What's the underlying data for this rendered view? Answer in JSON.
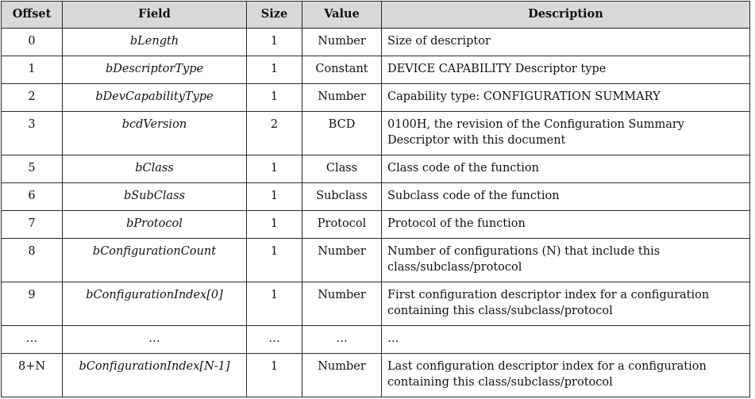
{
  "table": {
    "headers": {
      "offset": "Offset",
      "field": "Field",
      "size": "Size",
      "value": "Value",
      "description": "Description"
    },
    "rows": [
      {
        "offset": "0",
        "field": "bLength",
        "size": "1",
        "value": "Number",
        "description": "Size of descriptor"
      },
      {
        "offset": "1",
        "field": "bDescriptorType",
        "size": "1",
        "value": "Constant",
        "description": "DEVICE CAPABILITY Descriptor type"
      },
      {
        "offset": "2",
        "field": "bDevCapabilityType",
        "size": "1",
        "value": "Number",
        "description": "Capability type: CONFIGURATION SUMMARY"
      },
      {
        "offset": "3",
        "field": "bcdVersion",
        "size": "2",
        "value": "BCD",
        "description": "0100H, the revision of the Configuration Summary Descriptor with this document"
      },
      {
        "offset": "5",
        "field": "bClass",
        "size": "1",
        "value": "Class",
        "description": "Class code of the function"
      },
      {
        "offset": "6",
        "field": "bSubClass",
        "size": "1",
        "value": "Subclass",
        "description": "Subclass code of the function"
      },
      {
        "offset": "7",
        "field": "bProtocol",
        "size": "1",
        "value": "Protocol",
        "description": "Protocol of the function"
      },
      {
        "offset": "8",
        "field": "bConfigurationCount",
        "size": "1",
        "value": "Number",
        "description": "Number of configurations (N) that include this class/subclass/protocol"
      },
      {
        "offset": "9",
        "field": "bConfigurationIndex[0]",
        "size": "1",
        "value": "Number",
        "description": "First configuration descriptor index for a configuration containing this class/subclass/protocol"
      },
      {
        "offset": "…",
        "field": "…",
        "size": "…",
        "value": "…",
        "description": "…"
      },
      {
        "offset": "8+N",
        "field": "bConfigurationIndex[N-1]",
        "size": "1",
        "value": "Number",
        "description": "Last configuration descriptor index for a configuration containing this class/subclass/protocol"
      }
    ]
  }
}
